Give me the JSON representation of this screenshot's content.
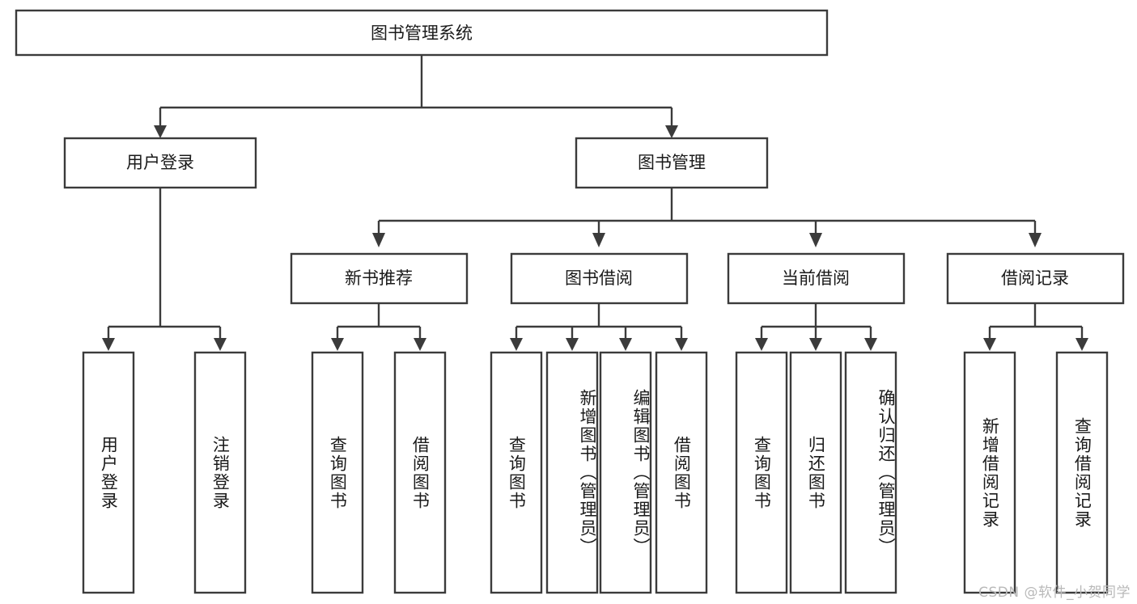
{
  "diagram": {
    "type": "tree-hierarchy-chart",
    "title": "图书管理系统",
    "background_color": "#ffffff",
    "line_color": "#3b3b3b",
    "text_color": "#1a1a1a",
    "root": {
      "label": "图书管理系统"
    },
    "level2": [
      {
        "label": "用户登录"
      },
      {
        "label": "图书管理"
      }
    ],
    "level3": [
      {
        "label": "新书推荐"
      },
      {
        "label": "图书借阅"
      },
      {
        "label": "当前借阅"
      },
      {
        "label": "借阅记录"
      }
    ],
    "leaves": {
      "user_login": [
        {
          "label": "用户登录"
        },
        {
          "label": "注销登录"
        }
      ],
      "new_book_recommend": [
        {
          "label": "查询图书"
        },
        {
          "label": "借阅图书"
        }
      ],
      "book_borrow": [
        {
          "label": "查询图书"
        },
        {
          "label": "新增图书（管理员）"
        },
        {
          "label": "编辑图书（管理员）"
        },
        {
          "label": "借阅图书"
        }
      ],
      "current_borrow": [
        {
          "label": "查询图书"
        },
        {
          "label": "归还图书"
        },
        {
          "label": "确认归还（管理员）"
        }
      ],
      "borrow_record": [
        {
          "label": "新增借阅记录"
        },
        {
          "label": "查询借阅记录"
        }
      ]
    }
  },
  "watermark": {
    "text": "CSDN @软件_小贺同学"
  }
}
